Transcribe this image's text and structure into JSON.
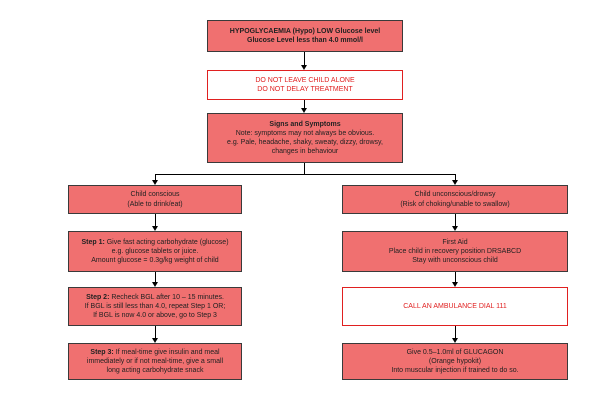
{
  "title_box": {
    "line1": "HYPOGLYCAEMIA (Hypo) LOW Glucose level",
    "line2": "Glucose Level less than 4.0 mmol/l"
  },
  "warning_box": {
    "line1": "DO NOT LEAVE CHILD ALONE",
    "line2": "DO NOT DELAY TREATMENT"
  },
  "symptoms_box": {
    "heading": "Signs and Symptoms",
    "line1": "Note: symptoms may not always be obvious.",
    "line2": "e.g. Pale, headache, shaky, sweaty, dizzy, drowsy,",
    "line3": "changes in behaviour"
  },
  "left_branch": {
    "header": {
      "line1": "Child conscious",
      "line2": "(Able to drink/eat)"
    },
    "step1": {
      "label": "Step 1:",
      "line1": " Give fast acting carbohydrate (glucose)",
      "line2": "e.g. glucose tablets or juice.",
      "line3": "Amount glucose = 0.3g/kg weight of child"
    },
    "step2": {
      "label": "Step 2:",
      "line1": " Recheck BGL after 10 – 15 minutes.",
      "line2": "If BGL is still less than 4.0, repeat Step 1 OR;",
      "line3": "If BGL is now 4.0 or above, go to Step 3"
    },
    "step3": {
      "label": "Step 3:",
      "line1": " If meal-time give insulin and meal",
      "line2": "immediately or if not meal-time, give a small",
      "line3": "long acting carbohydrate snack"
    }
  },
  "right_branch": {
    "header": {
      "line1": "Child unconscious/drowsy",
      "line2": "(Risk of choking/unable to swallow)"
    },
    "first_aid": {
      "heading": "First Aid",
      "line1": "Place child in recovery position DRSABCD",
      "line2": "Stay with unconscious child"
    },
    "ambulance": {
      "text": "CALL AN AMBULANCE DIAL 111"
    },
    "glucagon": {
      "line1": "Give 0.5–1.0ml of GLUCAGON",
      "line2": "(Orange hypokit)",
      "line3": "Into muscular injection if trained to do so."
    }
  },
  "colors": {
    "box_fill": "#f07070",
    "box_border": "#3a3a3a",
    "warning_text": "#e02020"
  }
}
